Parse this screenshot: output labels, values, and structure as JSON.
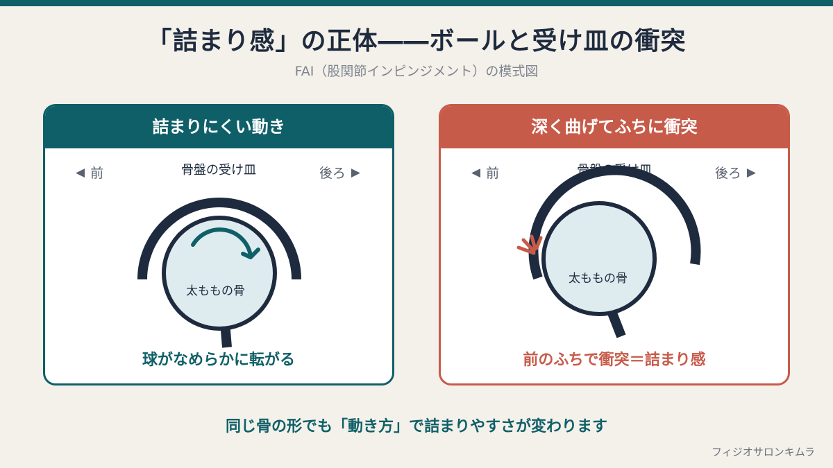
{
  "title": "「詰まり感」の正体――ボールと受け皿の衝突",
  "subtitle": "FAI（股関節インピンジメント）の模式図",
  "colors": {
    "teal": "#0f5f68",
    "coral": "#c75b4a",
    "navy": "#1e2a3e",
    "ball_fill": "#dfecef",
    "background": "#f4f1ea"
  },
  "panels": {
    "left": {
      "header": "詰まりにくい動き",
      "front_label": "前",
      "back_label": "後ろ",
      "cup_label": "骨盤の受け皿",
      "ball_label": "太ももの骨",
      "caption": "球がなめらかに転がる",
      "front_icon": "arrow-left-icon",
      "back_icon": "arrow-right-icon",
      "motion_icon": "rotation-arrow-icon"
    },
    "right": {
      "header": "深く曲げてふちに衝突",
      "front_label": "前",
      "back_label": "後ろ",
      "cup_label": "骨盤の受け皿",
      "ball_label": "太ももの骨",
      "caption": "前のふちで衝突＝詰まり感",
      "front_icon": "arrow-left-icon",
      "back_icon": "arrow-right-icon",
      "impact_icon": "impact-burst-icon"
    }
  },
  "bottom_message": "同じ骨の形でも「動き方」で詰まりやすさが変わります",
  "credit": "フィジオサロンキムラ"
}
